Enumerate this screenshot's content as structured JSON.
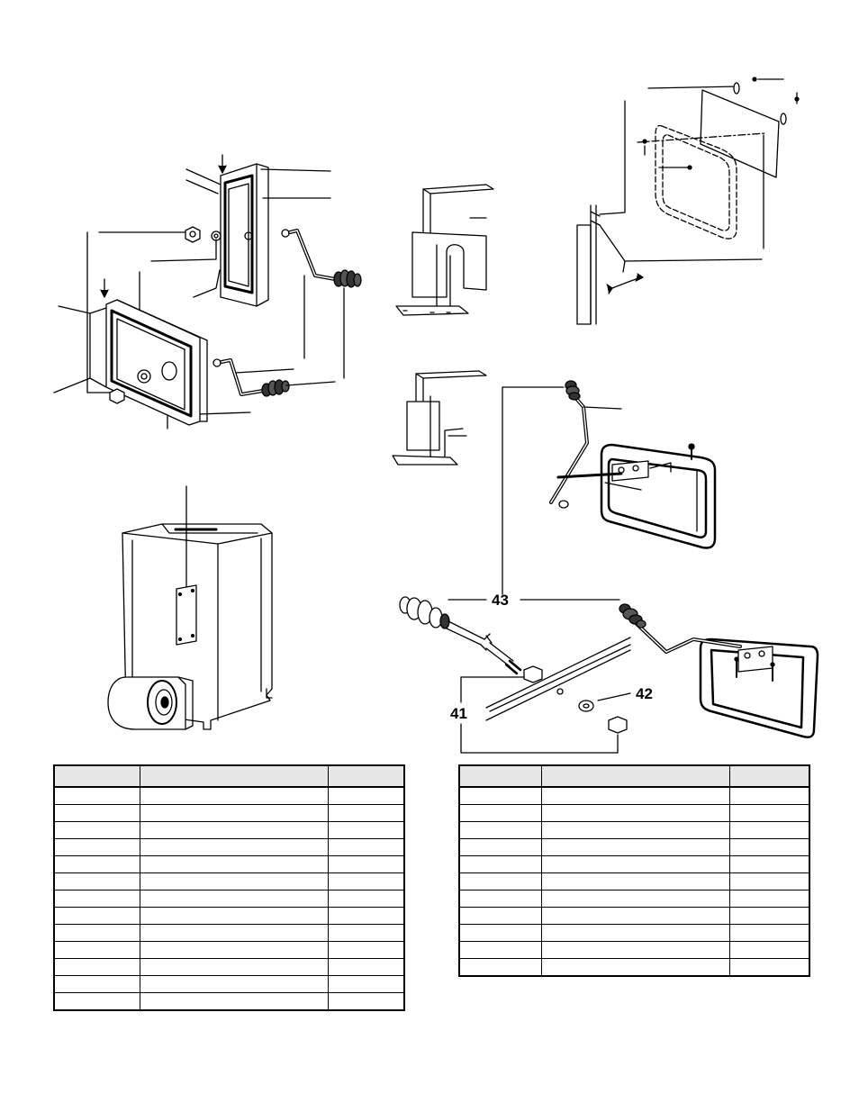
{
  "callouts": {
    "c41": "41",
    "c42": "42",
    "c43": "43"
  },
  "tables": {
    "left_rows": 13,
    "right_rows": 11
  },
  "colors": {
    "ink": "#000000",
    "header_fill": "#e6e6e6",
    "paper": "#ffffff"
  }
}
